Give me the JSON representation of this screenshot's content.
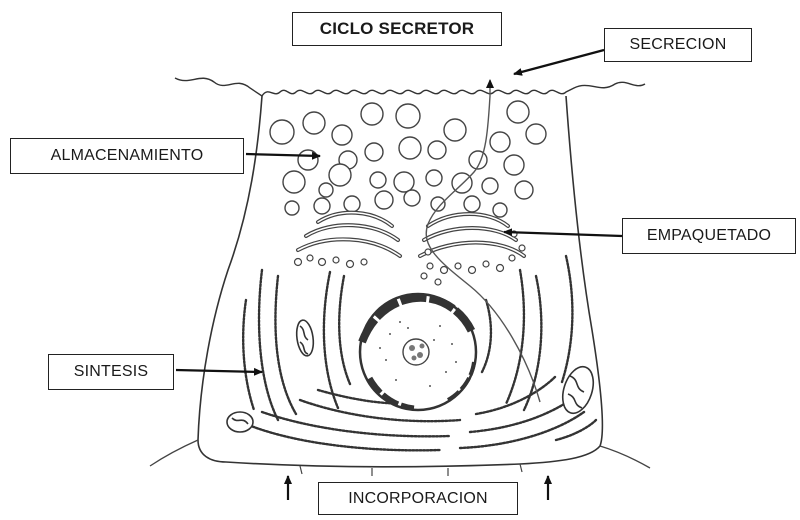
{
  "title": "CICLO SECRETOR",
  "labels": {
    "secrecion": "SECRECION",
    "almacenamiento": "ALMACENAMIENTO",
    "empaquetado": "EMPAQUETADO",
    "sintesis": "SINTESIS",
    "incorporacion": "INCORPORACION"
  }
}
